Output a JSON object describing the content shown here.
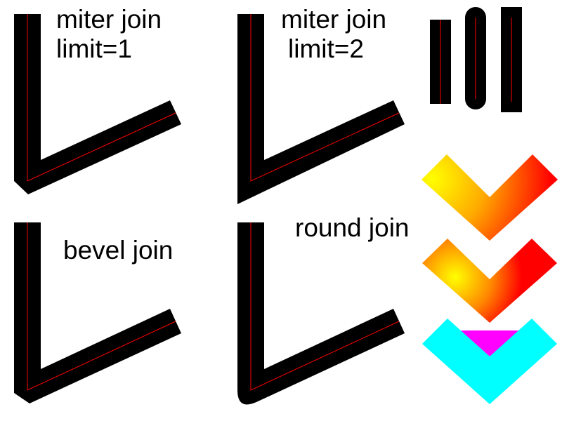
{
  "panels": {
    "miter1": {
      "line1": "miter join",
      "line2": "limit=1"
    },
    "miter2": {
      "line1": "miter join",
      "line2": "limit=2"
    },
    "bevel": {
      "label": "bevel join"
    },
    "round": {
      "label": "round join"
    }
  },
  "colors": {
    "stroke": "#000000",
    "centerline": "#ff0000",
    "gradient_yellow": "#ffff00",
    "gradient_red": "#ff0000",
    "cyan": "#00ffff",
    "magenta": "#ff00ff"
  }
}
